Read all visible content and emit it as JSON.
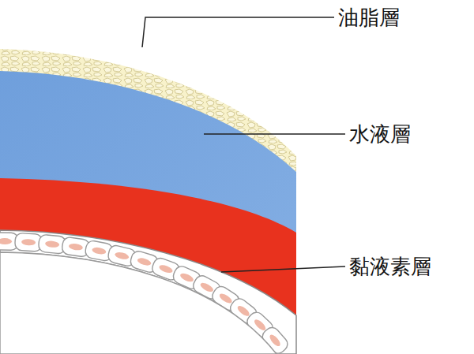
{
  "diagram": {
    "labels": [
      "油脂層",
      "水液層",
      "黏液素層"
    ]
  }
}
